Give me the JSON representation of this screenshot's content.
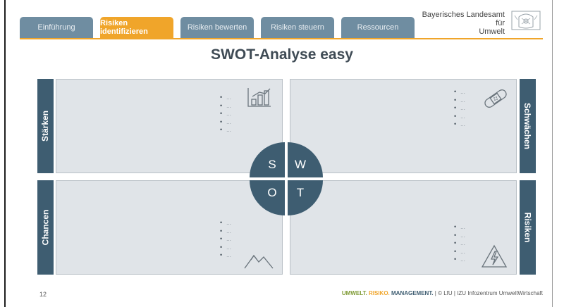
{
  "tabs": [
    {
      "label": "Einführung",
      "active": false
    },
    {
      "label": "Risiken identifizieren",
      "active": true
    },
    {
      "label": "Risiken bewerten",
      "active": false
    },
    {
      "label": "Risiken steuern",
      "active": false
    },
    {
      "label": "Ressourcen",
      "active": false
    }
  ],
  "org": {
    "line1": "Bayerisches Landesamt für",
    "line2": "Umwelt"
  },
  "title": "SWOT-Analyse easy",
  "quadrants": {
    "strengths": {
      "label": "Stärken",
      "letter": "S",
      "bullets": [
        "...",
        "...",
        "...",
        "...",
        "..."
      ],
      "icon": "bar-chart-icon"
    },
    "weaknesses": {
      "label": "Schwächen",
      "letter": "W",
      "bullets": [
        "...",
        "...",
        "...",
        "...",
        "..."
      ],
      "icon": "bandage-icon"
    },
    "opportunities": {
      "label": "Chancen",
      "letter": "O",
      "bullets": [
        "...",
        "...",
        "...",
        "...",
        "..."
      ],
      "icon": "mountain-icon"
    },
    "threats": {
      "label": "Risiken",
      "letter": "T",
      "bullets": [
        "...",
        "...",
        "...",
        "...",
        "..."
      ],
      "icon": "warning-voltage-icon"
    }
  },
  "footer": {
    "page_number": "12",
    "brand_1": "UMWELT.",
    "brand_2": "RISIKO.",
    "brand_3": "MANAGEMENT.",
    "credits": "| © LfU | IZU Infozentrum UmweltWirtschaft"
  },
  "colors": {
    "tab": "#6f8da1",
    "tab_active": "#f0a52a",
    "side_label": "#3e5d71",
    "quadrant": "#e0e4e8"
  }
}
